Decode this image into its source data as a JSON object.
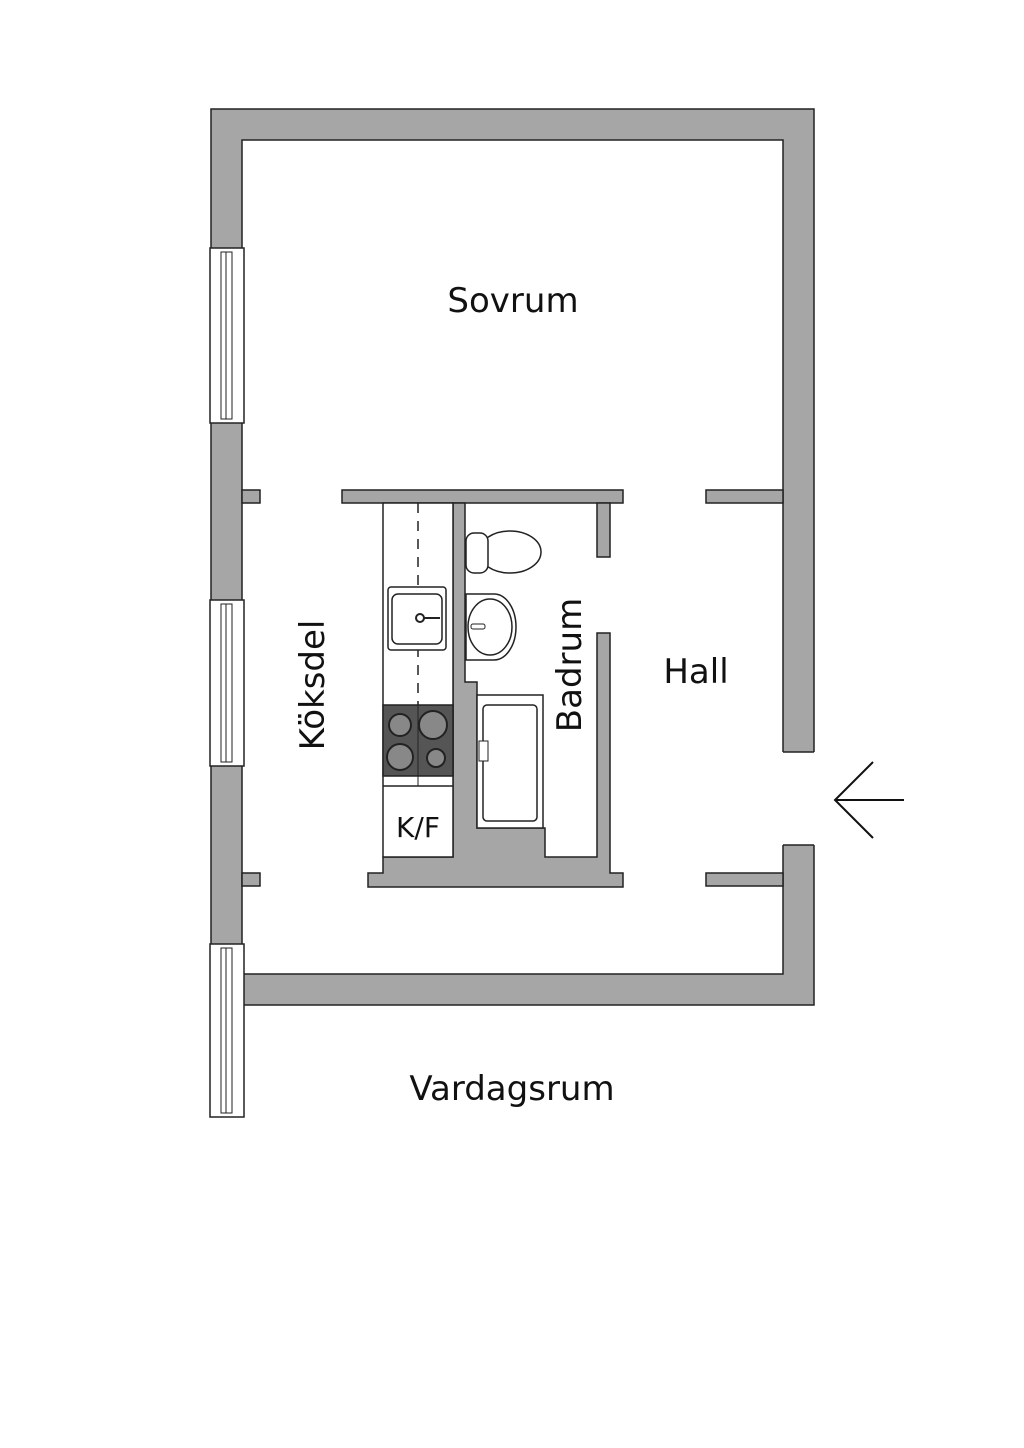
{
  "rooms": {
    "bedroom": "Sovrum",
    "kitchen": "Köksdel",
    "bathroom": "Badrum",
    "hall": "Hall",
    "fridge_freezer": "K/F",
    "living_room": "Vardagsrum"
  },
  "colors": {
    "wall": "#a6a6a6",
    "stove": "#555555",
    "line": "#222222"
  },
  "icons": {
    "entrance": "arrow-left-icon"
  }
}
